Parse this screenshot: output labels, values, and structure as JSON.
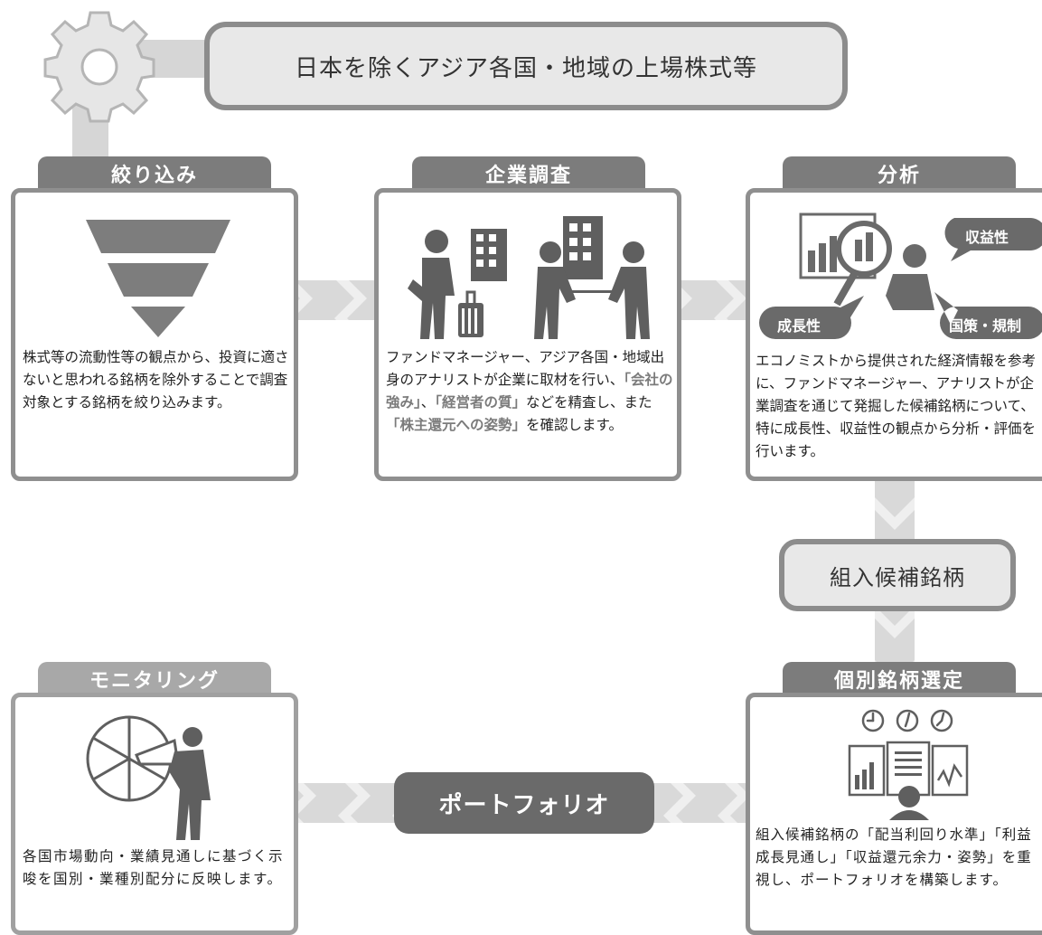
{
  "header": {
    "title": "日本を除くアジア各国・地域の上場株式等"
  },
  "steps": {
    "screening": {
      "label": "絞り込み",
      "description": "株式等の流動性等の観点から、投資に適さないと思われる銘柄を除外することで調査対象とする銘柄を絞り込みます。"
    },
    "research": {
      "label": "企業調査",
      "desc_1": "ファンドマネージャー、アジア各国・地域出身のアナリストが企業に取材を行い、",
      "desc_hl_1": "「会社の強み」",
      "desc_2": "、",
      "desc_hl_2": "「経営者の質」",
      "desc_3": "などを精査し、また",
      "desc_hl_3": "「株主還元への姿勢」",
      "desc_4": "を確認します。"
    },
    "analysis": {
      "label": "分析",
      "description": "エコノミストから提供された経済情報を参考に、ファンドマネージャー、アナリストが企業調査を通じて発掘した候補銘柄について、特に成長性、収益性の観点から分析・評価を行います。",
      "bubble_profitability": "収益性",
      "bubble_growth": "成長性",
      "bubble_policy": "国策・規制"
    },
    "candidates": {
      "label": "組入候補銘柄"
    },
    "selection": {
      "label": "個別銘柄選定",
      "description": "組入候補銘柄の「配当利回り水準」「利益成長見通し」「収益還元余力・姿勢」を重視し、ポートフォリオを構築します。"
    },
    "monitoring": {
      "label": "モニタリング",
      "description": "各国市場動向・業績見通しに基づく示唆を国別・業種別配分に反映します。"
    },
    "portfolio": {
      "label": "ポートフォリオ"
    }
  },
  "colors": {
    "dark_tab": "#7c7c7c",
    "light_tab": "#a8a8a8",
    "border": "#8f8f8f",
    "portfolio": "#6a6a6a",
    "icon": "#5a5a5a"
  }
}
